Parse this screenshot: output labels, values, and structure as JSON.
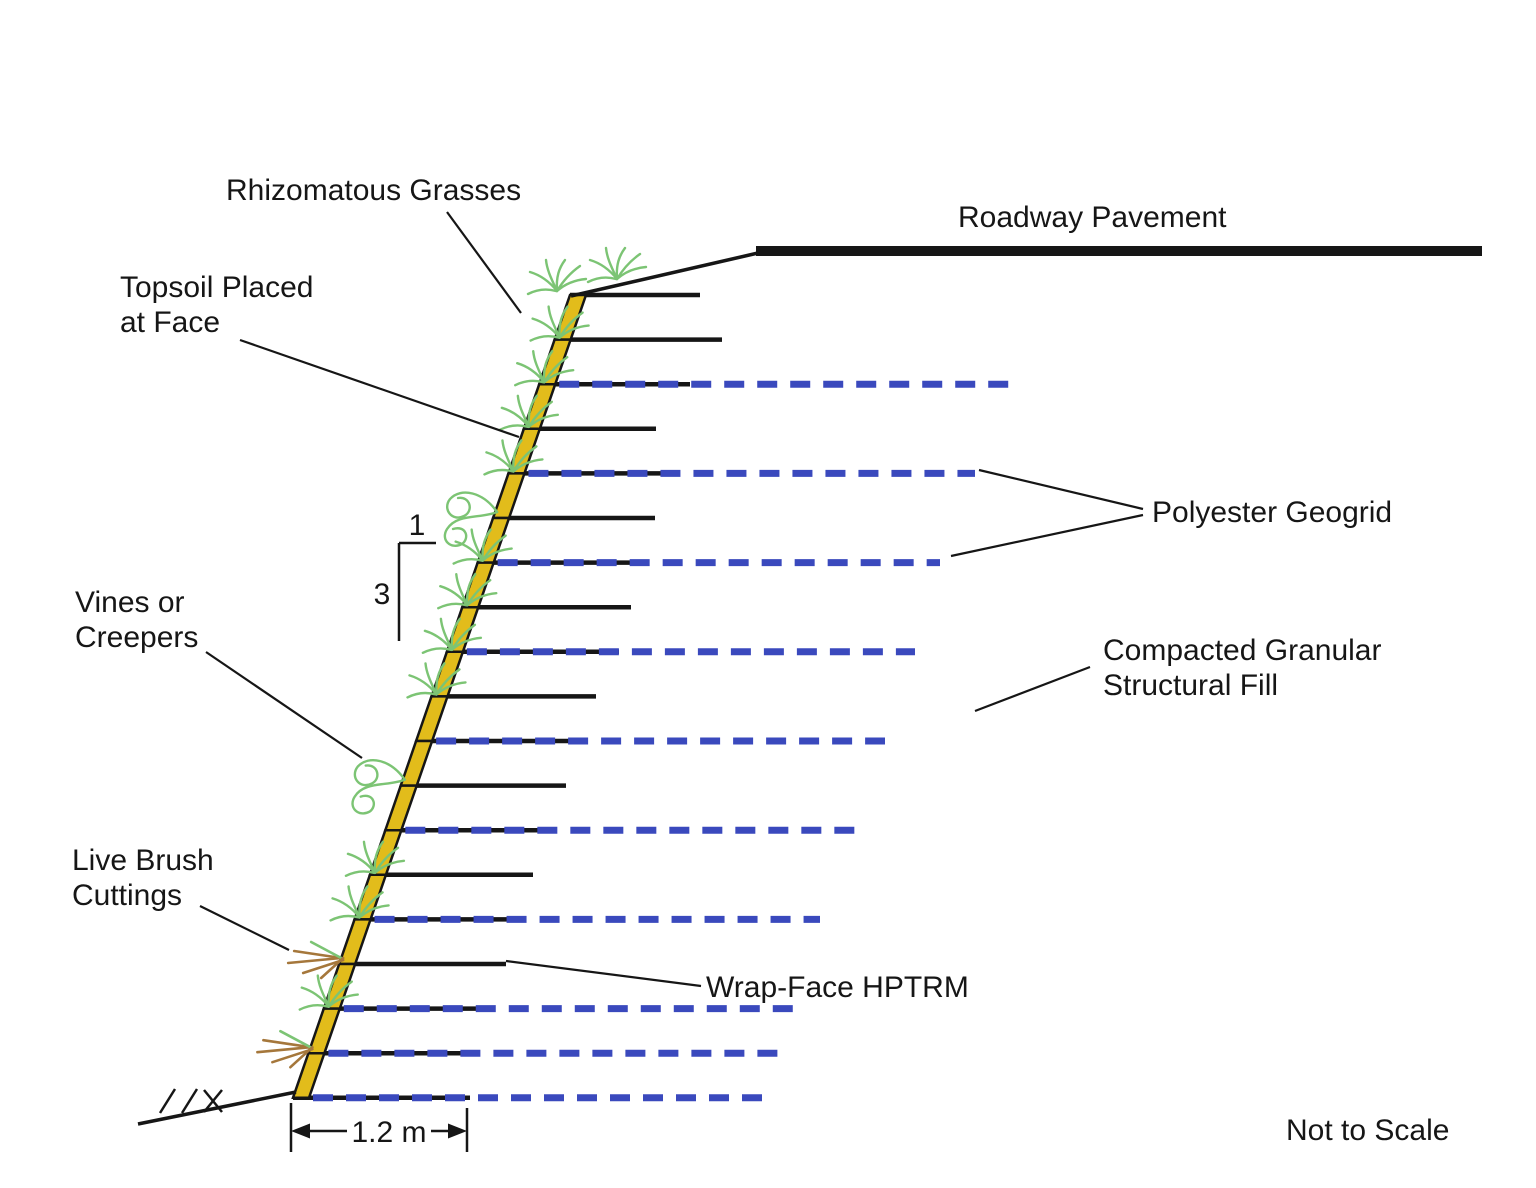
{
  "labels": {
    "rhizomatous_grasses": "Rhizomatous Grasses",
    "roadway_pavement": "Roadway Pavement",
    "topsoil": {
      "line1": "Topsoil Placed",
      "line2": "at Face"
    },
    "slope": {
      "horizontal": "1",
      "vertical": "3"
    },
    "vines": {
      "line1": "Vines or",
      "line2": "Creepers"
    },
    "polyester_geogrid": "Polyester Geogrid",
    "compacted": {
      "line1": "Compacted Granular",
      "line2": "Structural Fill"
    },
    "live_brush": {
      "line1": "Live Brush",
      "line2": "Cuttings"
    },
    "wrap_face_hptrm": "Wrap-Face HPTRM",
    "dimension_width": "1.2 m",
    "not_to_scale": "Not to Scale"
  },
  "colors": {
    "topsoil_yellow": "#e2bc1b",
    "geogrid_blue": "#3a49bd",
    "vegetation_green": "#7cc474",
    "brush_brown": "#a5773b",
    "line_black": "#161616"
  }
}
